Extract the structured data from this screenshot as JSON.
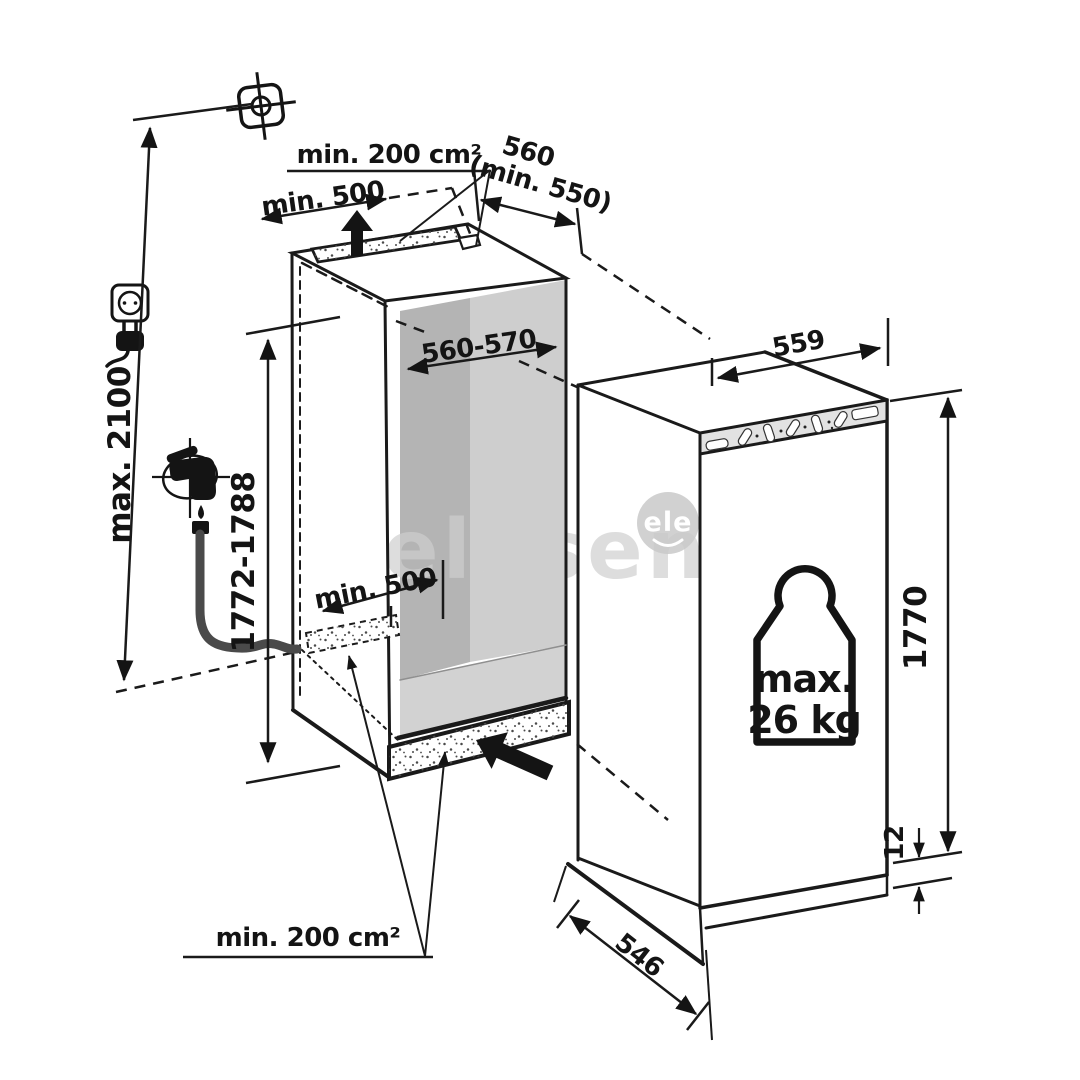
{
  "diagram_title": "built-in-refrigerator-installation-diagram",
  "labels": {
    "vent_top": "min. 200 cm²",
    "clearance_top": "min. 500",
    "depth_top": "560",
    "depth_top_min": "(min. 550)",
    "niche_width": "560-570",
    "clearance_rear": "min. 500",
    "niche_height": "1772-1788",
    "total_height": "max. 2100",
    "appliance_width": "559",
    "appliance_height": "1770",
    "bottom_gap": "12",
    "appliance_depth": "546",
    "vent_bottom": "min. 200 cm²",
    "door_weight_line1": "max.",
    "door_weight_line2": "26 kg"
  },
  "watermark": {
    "text": "elesen",
    "badge_text": "ele"
  },
  "icons": [
    "mounting-cross-icon",
    "power-socket-icon",
    "power-plug-icon",
    "water-tap-icon",
    "water-hose",
    "weight-icon",
    "airflow-up-arrow",
    "airflow-in-arrow"
  ],
  "colors": {
    "line": "#1a1a1a",
    "niche_back_dark": "#b4b4b4",
    "niche_back_light": "#cecece",
    "niche_floor": "#d2d2d2",
    "control_panel": "#e2e2e2",
    "watermark": "#cfcfcf",
    "hose": "#4a4a4a"
  }
}
